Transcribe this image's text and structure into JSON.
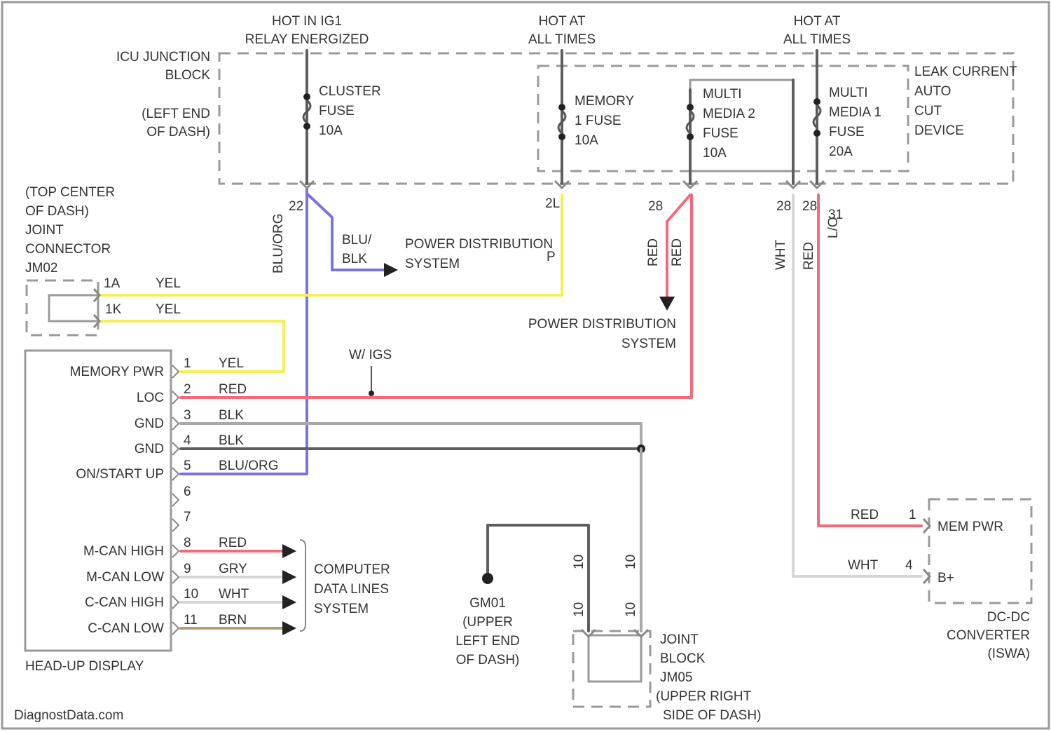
{
  "colors": {
    "frame": "#9a9a9a",
    "wire_yellow": "#f5f05a",
    "wire_red": "#f26b7a",
    "wire_blue": "#7b72e0",
    "wire_gray": "#8a8a8a",
    "wire_brown": "#b0a070",
    "wire_dark": "#555555"
  },
  "power_sources": [
    {
      "line1": "HOT IN IG1",
      "line2": "RELAY ENERGIZED"
    },
    {
      "line1": "HOT AT",
      "line2": "ALL TIMES"
    },
    {
      "line1": "HOT AT",
      "line2": "ALL TIMES"
    }
  ],
  "icu_block": {
    "line1": "ICU JUNCTION",
    "line2": "BLOCK",
    "line3": "(LEFT END",
    "line4": "OF DASH)"
  },
  "fuses": {
    "cluster": [
      "CLUSTER",
      "FUSE",
      "10A"
    ],
    "memory": [
      "MEMORY",
      "1 FUSE",
      "10A"
    ],
    "mm2": [
      "MULTI",
      "MEDIA 2",
      "FUSE",
      "10A"
    ],
    "mm1": [
      "MULTI",
      "MEDIA 1",
      "FUSE",
      "20A"
    ]
  },
  "leak_device": [
    "LEAK CURRENT",
    "AUTO",
    "CUT",
    "DEVICE"
  ],
  "joint_connector": [
    "(TOP CENTER",
    "OF DASH)",
    "JOINT",
    "CONNECTOR",
    "JM02"
  ],
  "jc_pins": [
    "1A",
    "1K"
  ],
  "jc_wires": [
    "YEL",
    "YEL"
  ],
  "terminal_codes": [
    "22",
    "2L",
    "28",
    "28",
    "28",
    "31"
  ],
  "vertical_wire_labels": [
    "BLU/ORG",
    "RED",
    "RED",
    "WHT",
    "RED",
    "L/O"
  ],
  "branch_blue": {
    "color1": "BLU/",
    "color2": "BLK"
  },
  "power_dist": {
    "line1": "POWER DISTRIBUTION",
    "line2": "SYSTEM",
    "code": "P"
  },
  "ig_tag": "W/ IGS",
  "hud": {
    "title": "HEAD-UP DISPLAY",
    "pins": [
      {
        "label": "MEMORY PWR",
        "num": "1",
        "wire": "YEL"
      },
      {
        "label": "LOC",
        "num": "2",
        "wire": "RED"
      },
      {
        "label": "GND",
        "num": "3",
        "wire": "BLK"
      },
      {
        "label": "GND",
        "num": "4",
        "wire": "BLK"
      },
      {
        "label": "ON/START UP",
        "num": "5",
        "wire": "BLU/ORG"
      },
      {
        "label": "",
        "num": "6",
        "wire": ""
      },
      {
        "label": "",
        "num": "7",
        "wire": ""
      },
      {
        "label": "M-CAN HIGH",
        "num": "8",
        "wire": "RED"
      },
      {
        "label": "M-CAN LOW",
        "num": "9",
        "wire": "GRY"
      },
      {
        "label": "C-CAN HIGH",
        "num": "10",
        "wire": "WHT"
      },
      {
        "label": "C-CAN LOW",
        "num": "11",
        "wire": "BRN"
      }
    ]
  },
  "computer_data": [
    "COMPUTER",
    "DATA LINES",
    "SYSTEM"
  ],
  "ground": [
    "GM01",
    "(UPPER",
    "LEFT END",
    "OF DASH)"
  ],
  "jb_codes": [
    "10",
    "10",
    "10",
    "10"
  ],
  "joint_block": [
    "JOINT",
    "BLOCK",
    "JM05",
    "(UPPER RIGHT",
    "SIDE OF DASH)"
  ],
  "dcdc": {
    "pins": [
      {
        "num": "1",
        "wire": "RED",
        "label": "MEM PWR"
      },
      {
        "num": "4",
        "wire": "WHT",
        "label": "B+"
      }
    ],
    "title": [
      "DC-DC",
      "CONVERTER",
      "(ISWA)"
    ]
  },
  "watermark": "DiagnostData.com"
}
